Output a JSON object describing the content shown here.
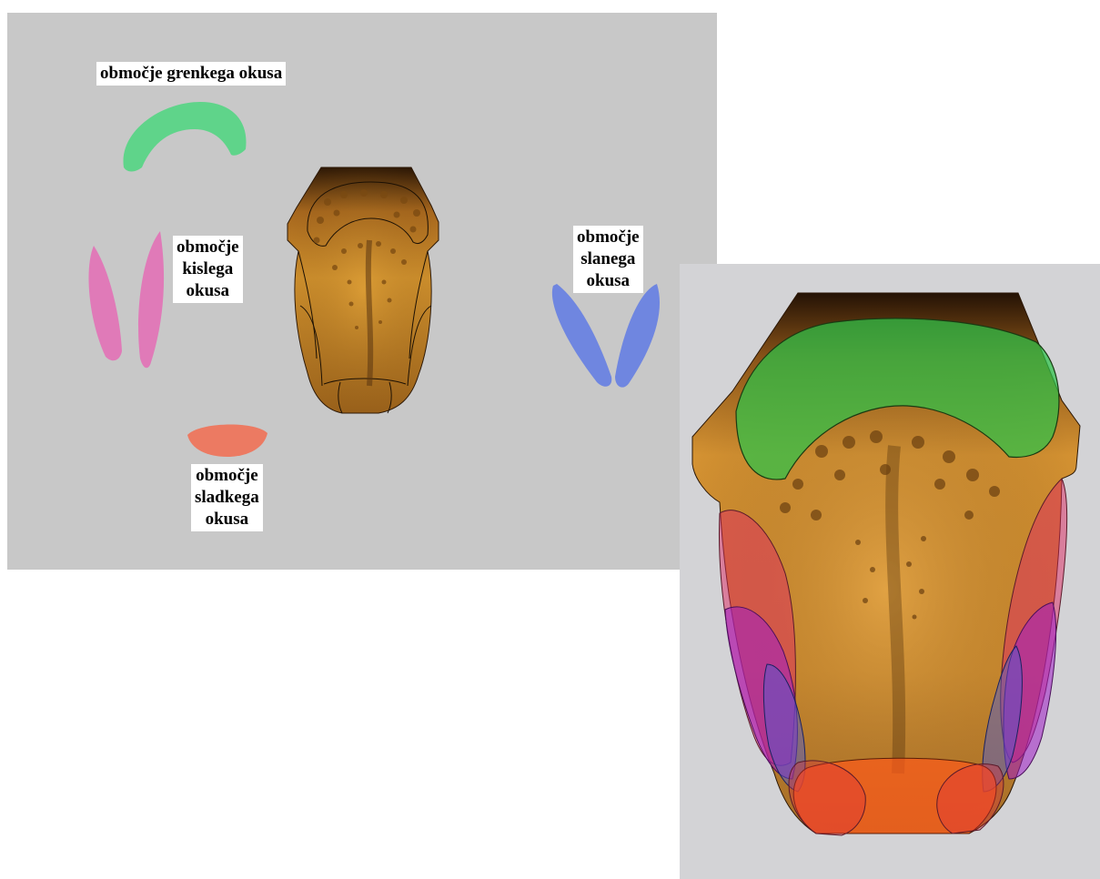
{
  "labels": {
    "bitter": "območje grenkega okusa",
    "sour": [
      "območje",
      "kislega",
      "okusa"
    ],
    "salty": [
      "območje",
      "slanega",
      "okusa"
    ],
    "sweet": [
      "območje",
      "sladkega",
      "okusa"
    ]
  },
  "colors": {
    "panel_left_bg": "#c8c8c8",
    "panel_right_bg": "#d3d3d6",
    "bitter_region": "#5fd48a",
    "sour_region": "#e07ab8",
    "salty_region": "#6f86e0",
    "sweet_region": "#ec7a62",
    "tongue_base": "#c98a2c",
    "tongue_dark": "#3a2208"
  },
  "icons": {
    "bitter_region": "green-arc-shape",
    "sour_region": "pink-petal-pair",
    "salty_region": "blue-petal-pair",
    "sweet_region": "coral-lens-shape",
    "tongue": "tongue-illustration"
  }
}
